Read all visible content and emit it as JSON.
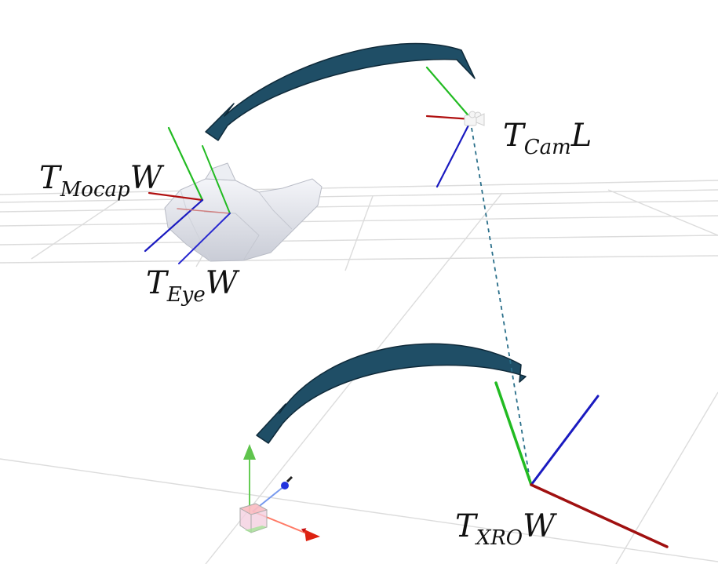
{
  "labels": {
    "mocap": {
      "base": "T",
      "sub": "Mocap",
      "suffix": "W"
    },
    "eye": {
      "base": "T",
      "sub": "Eye",
      "suffix": "W"
    },
    "cam": {
      "base": "T",
      "sub": "Cam",
      "suffix": "L"
    },
    "xro": {
      "base": "T",
      "sub": "XRO",
      "suffix": "W"
    }
  },
  "colors": {
    "x_axis": "#b01010",
    "y_axis": "#22bb22",
    "z_axis": "#1a1ac0",
    "arrow_fill": "#1f4e66",
    "arrow_stroke": "#0f2a3a",
    "dashed_link": "#2a6f8a",
    "grid": "#dcdcdc",
    "headset": "#e6e8ee"
  },
  "icons": {
    "headset": "vr-headset-icon",
    "camera": "camera-icon",
    "gizmo": "transform-gizmo-icon"
  }
}
